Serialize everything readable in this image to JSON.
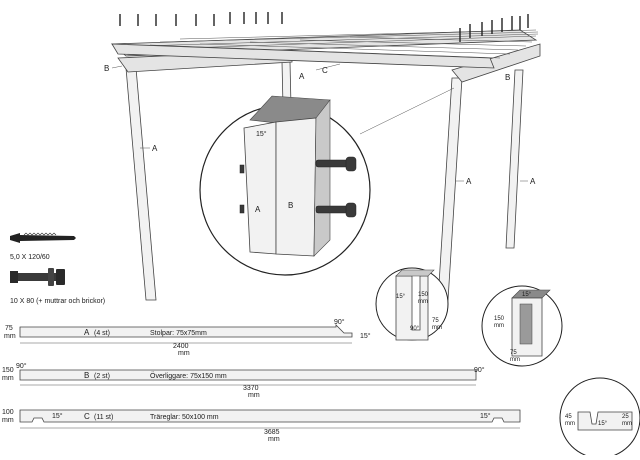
{
  "labels": {
    "a": "A",
    "b": "B",
    "c": "C"
  },
  "detail_angle": "15°",
  "hardware": {
    "screw": "5,0 X 120/60",
    "bolt": "10 X 80 (+ muttrar och brickor)"
  },
  "parts": [
    {
      "id": "A",
      "qty": "(4 st)",
      "desc": "Stolpar: 75x75mm",
      "section": "75",
      "section_unit": "mm",
      "length": "2400",
      "length_unit": "mm",
      "angle_left": "90°",
      "angle_right": "15°"
    },
    {
      "id": "B",
      "qty": "(2 st)",
      "desc": "Överliggare: 75x150 mm",
      "section": "150",
      "section_unit": "mm",
      "length": "3370",
      "length_unit": "mm",
      "angle_left": "90°",
      "angle_right": "90°"
    },
    {
      "id": "C",
      "qty": "(11 st)",
      "desc": "Träreglar: 50x100 mm",
      "section": "100",
      "section_unit": "mm",
      "length": "3685",
      "length_unit": "mm",
      "angle_left": "15°",
      "angle_right": "15°"
    }
  ],
  "callouts": {
    "post_notch": {
      "angle": "15°",
      "depth": "150",
      "depth_unit": "mm",
      "width": "75",
      "width_unit": "mm",
      "bottom_angle": "90°"
    },
    "beam_notch": {
      "angle": "15°",
      "depth": "150",
      "depth_unit": "mm",
      "width": "75",
      "width_unit": "mm"
    },
    "joist_notch": {
      "left": "45",
      "left_unit": "mm",
      "angle": "15°",
      "right": "25",
      "right_unit": "mm"
    }
  }
}
